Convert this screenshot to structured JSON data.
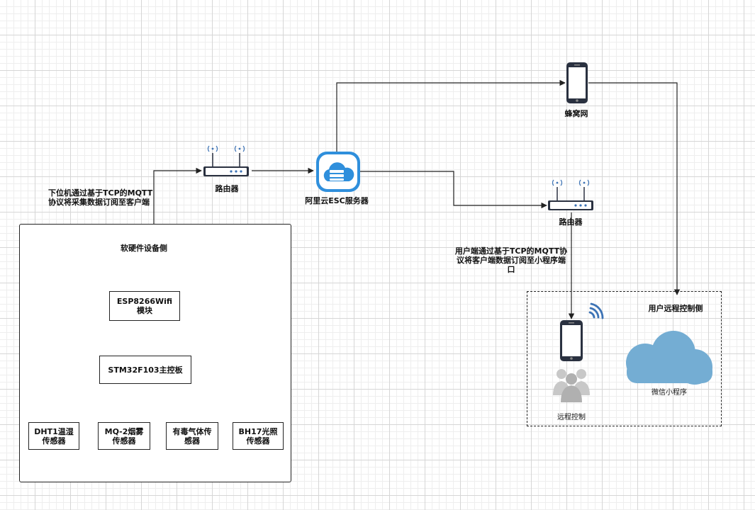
{
  "diagram": {
    "device_side": {
      "title": "软硬件设备侧",
      "esp_module": [
        "ESP8266Wifi",
        "模块"
      ],
      "stm_board": "STM32F103主控板",
      "sensors": [
        [
          "DHT1温湿",
          "传感器"
        ],
        [
          "MQ-2烟雾",
          "传感器"
        ],
        [
          "有毒气体传",
          "感器"
        ],
        [
          "BH17光照",
          "传感器"
        ]
      ]
    },
    "upload_note": [
      "下位机通过基于TCP的MQTT",
      "协议将采集数据订阅至客户端"
    ],
    "router_left_label": "路由器",
    "server_label": "阿里云ESC服务器",
    "cellular_label": "蜂窝网",
    "router_right_label": "路由器",
    "user_note": [
      "用户端通过基于TCP的MQTT协",
      "议将客户端数据订阅至小程序端",
      "口"
    ],
    "user_side": {
      "title": "用户远程控制侧",
      "remote_label": "远程控制",
      "miniprogram_label": "微信小程序"
    }
  },
  "colors": {
    "cloud_blue": "#2f8fdc",
    "miniprogram_cloud": "#74add3",
    "router_dark": "#2a3140",
    "wifi_blue": "#3d73b5",
    "users_gray": "#c8c8c8"
  }
}
